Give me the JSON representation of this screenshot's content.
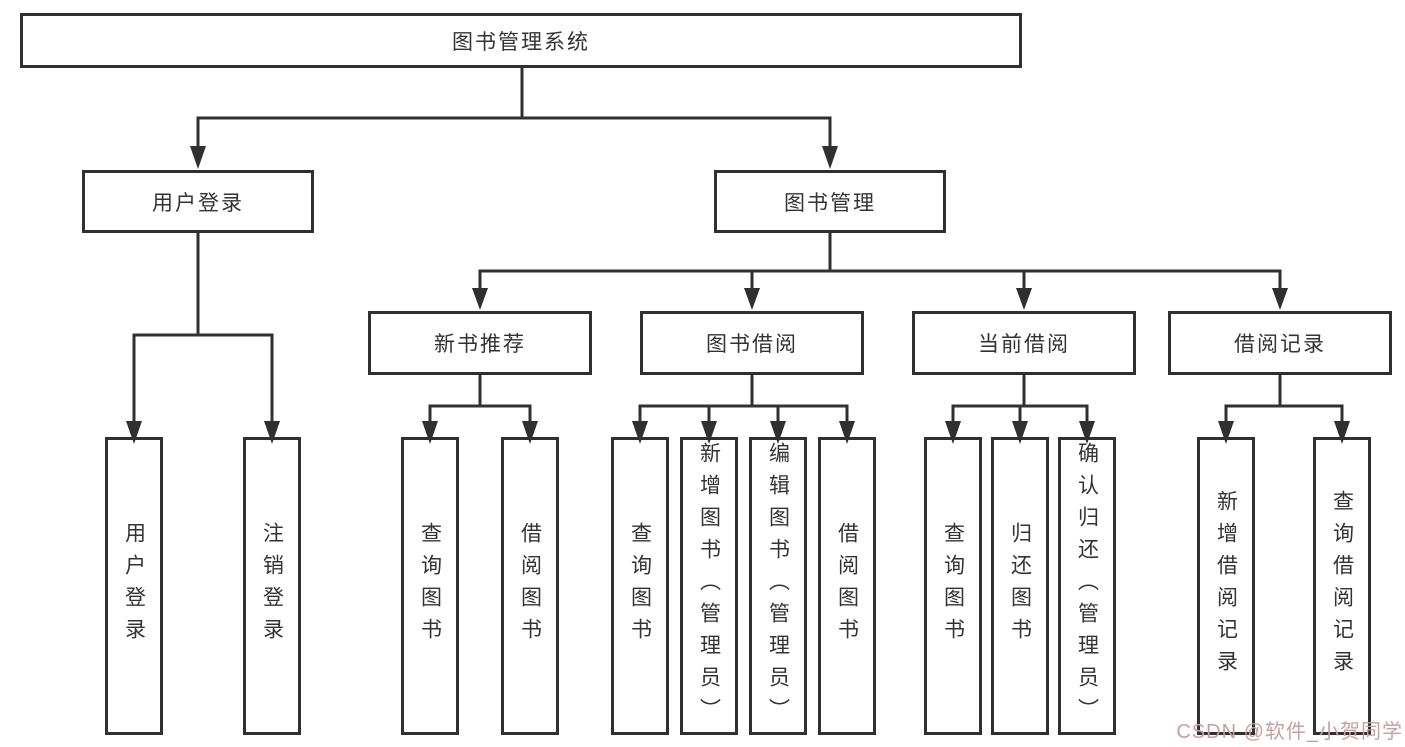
{
  "tree": {
    "root": "图书管理系统",
    "children": [
      {
        "label": "用户登录",
        "children": [
          "用户登录",
          "注销登录"
        ]
      },
      {
        "label": "图书管理",
        "children": [
          {
            "label": "新书推荐",
            "children": [
              "查询图书",
              "借阅图书"
            ]
          },
          {
            "label": "图书借阅",
            "children": [
              "查询图书",
              "新增图书（管理员）",
              "编辑图书（管理员）",
              "借阅图书"
            ]
          },
          {
            "label": "当前借阅",
            "children": [
              "查询图书",
              "归还图书",
              "确认归还（管理员）"
            ]
          },
          {
            "label": "借阅记录",
            "children": [
              "新增借阅记录",
              "查询借阅记录"
            ]
          }
        ]
      }
    ]
  },
  "watermark": "CSDN @软件_小贺同学",
  "colors": {
    "line": "#303030",
    "box_border": "#303030",
    "text": "#333333",
    "watermark": "#c6a0a0",
    "background": "#ffffff"
  }
}
